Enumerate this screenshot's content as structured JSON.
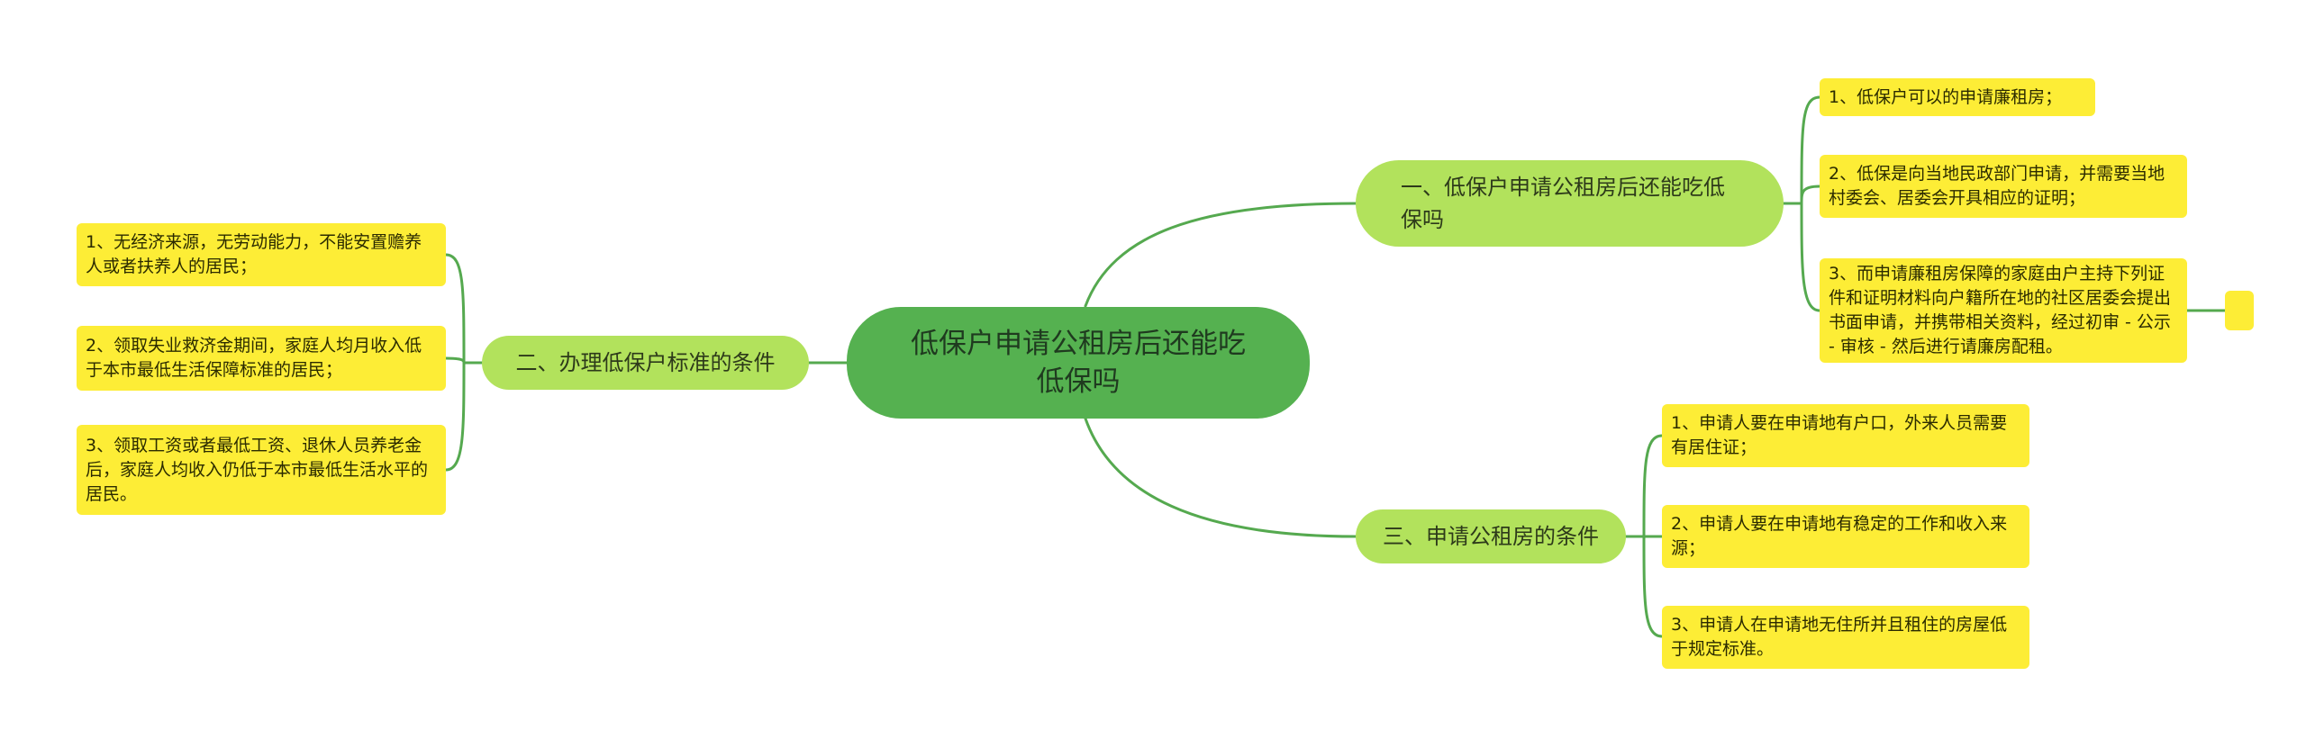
{
  "root": {
    "text": "低保户申请公租房后还能吃低保吗"
  },
  "branches": [
    {
      "text": "一、低保户申请公租房后还能吃低保吗",
      "children": [
        "1、低保户可以的申请廉租房；",
        "2、低保是向当地民政部门申请，并需要当地村委会、居委会开具相应的证明；",
        "3、而申请廉租房保障的家庭由户主持下列证件和证明材料向户籍所在地的社区居委会提出书面申请，并携带相关资料，经过初审 - 公示 - 审核 - 然后进行请廉房配租。"
      ],
      "extra_child": ""
    },
    {
      "text": "二、办理低保户标准的条件",
      "children": [
        "1、无经济来源，无劳动能力，不能安置赡养人或者扶养人的居民；",
        "2、领取失业救济金期间，家庭人均月收入低于本市最低生活保障标准的居民；",
        "3、领取工资或者最低工资、退休人员养老金后，家庭人均收入仍低于本市最低生活水平的居民。"
      ]
    },
    {
      "text": "三、申请公租房的条件",
      "children": [
        "1、申请人要在申请地有户口，外来人员需要有居住证；",
        "2、申请人要在申请地有稳定的工作和收入来源；",
        "3、申请人在申请地无住所并且租住的房屋低于规定标准。"
      ]
    }
  ],
  "colors": {
    "edge": "#55a94f",
    "root_fill": "#55b150",
    "branch_fill": "#b2e25c",
    "leaf_fill": "#fded36",
    "background": "#ffffff"
  }
}
